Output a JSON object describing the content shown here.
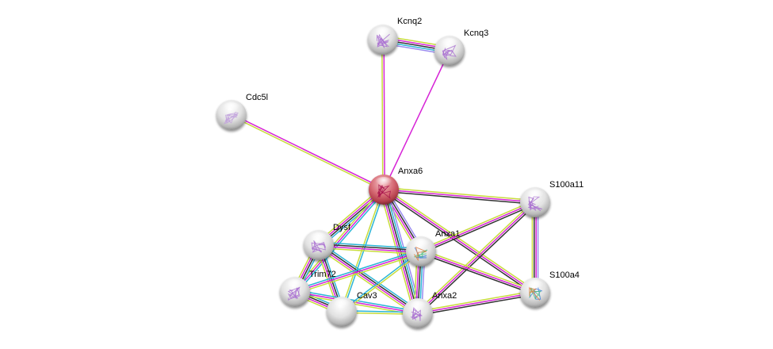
{
  "diagram": {
    "type": "protein-interaction-network",
    "nodes": [
      {
        "id": "Kcnq2",
        "label": "Kcnq2",
        "query": false,
        "structure": "purple"
      },
      {
        "id": "Kcnq3",
        "label": "Kcnq3",
        "query": false,
        "structure": "purple"
      },
      {
        "id": "Cdc5l",
        "label": "Cdc5l",
        "query": false,
        "structure": "purple-faint"
      },
      {
        "id": "Anxa6",
        "label": "Anxa6",
        "query": true,
        "structure": "red"
      },
      {
        "id": "S100a11",
        "label": "S100a11",
        "query": false,
        "structure": "purple"
      },
      {
        "id": "Dysf",
        "label": "Dysf",
        "query": false,
        "structure": "purple"
      },
      {
        "id": "Anxa1",
        "label": "Anxa1",
        "query": false,
        "structure": "rainbow"
      },
      {
        "id": "Trim72",
        "label": "Trim72",
        "query": false,
        "structure": "purple"
      },
      {
        "id": "Cav3",
        "label": "Cav3",
        "query": false,
        "structure": "none"
      },
      {
        "id": "Anxa2",
        "label": "Anxa2",
        "query": false,
        "structure": "purple"
      },
      {
        "id": "S100a4",
        "label": "S100a4",
        "query": false,
        "structure": "rainbow"
      }
    ],
    "evidence_colors": {
      "textmining": "#c8dc3c",
      "experiments": "#d623d6",
      "coexpression": "#333333",
      "databases": "#2bb5d5",
      "homology": "#9b8cf0"
    },
    "edges": [
      {
        "a": "Kcnq2",
        "b": "Kcnq3",
        "evidence": [
          "textmining",
          "experiments",
          "coexpression",
          "databases",
          "homology"
        ]
      },
      {
        "a": "Kcnq2",
        "b": "Anxa6",
        "evidence": [
          "experiments",
          "textmining"
        ]
      },
      {
        "a": "Kcnq3",
        "b": "Anxa6",
        "evidence": [
          "experiments"
        ]
      },
      {
        "a": "Cdc5l",
        "b": "Anxa6",
        "evidence": [
          "experiments",
          "textmining"
        ]
      },
      {
        "a": "Anxa6",
        "b": "S100a11",
        "evidence": [
          "textmining",
          "experiments",
          "coexpression"
        ]
      },
      {
        "a": "Anxa6",
        "b": "S100a4",
        "evidence": [
          "textmining",
          "experiments",
          "coexpression"
        ]
      },
      {
        "a": "Anxa6",
        "b": "Dysf",
        "evidence": [
          "databases",
          "coexpression",
          "experiments",
          "textmining"
        ]
      },
      {
        "a": "Anxa6",
        "b": "Trim72",
        "evidence": [
          "databases",
          "experiments",
          "textmining"
        ]
      },
      {
        "a": "Anxa6",
        "b": "Cav3",
        "evidence": [
          "databases",
          "textmining"
        ]
      },
      {
        "a": "Anxa6",
        "b": "Anxa1",
        "evidence": [
          "homology",
          "coexpression",
          "experiments",
          "textmining"
        ]
      },
      {
        "a": "Anxa6",
        "b": "Anxa2",
        "evidence": [
          "homology",
          "databases",
          "coexpression",
          "experiments",
          "textmining"
        ]
      },
      {
        "a": "S100a11",
        "b": "S100a4",
        "evidence": [
          "homology",
          "experiments",
          "coexpression",
          "textmining"
        ]
      },
      {
        "a": "S100a11",
        "b": "Anxa1",
        "evidence": [
          "coexpression",
          "experiments",
          "textmining"
        ]
      },
      {
        "a": "S100a11",
        "b": "Anxa2",
        "evidence": [
          "coexpression",
          "experiments",
          "textmining"
        ]
      },
      {
        "a": "S100a4",
        "b": "Anxa1",
        "evidence": [
          "coexpression",
          "experiments",
          "textmining"
        ]
      },
      {
        "a": "S100a4",
        "b": "Anxa2",
        "evidence": [
          "coexpression",
          "experiments",
          "textmining"
        ]
      },
      {
        "a": "Anxa1",
        "b": "Anxa2",
        "evidence": [
          "homology",
          "databases",
          "coexpression",
          "experiments",
          "textmining"
        ]
      },
      {
        "a": "Dysf",
        "b": "Anxa1",
        "evidence": [
          "databases",
          "coexpression",
          "experiments",
          "textmining"
        ]
      },
      {
        "a": "Dysf",
        "b": "Anxa2",
        "evidence": [
          "databases",
          "coexpression",
          "experiments",
          "textmining"
        ]
      },
      {
        "a": "Dysf",
        "b": "Trim72",
        "evidence": [
          "databases",
          "coexpression",
          "experiments",
          "textmining"
        ]
      },
      {
        "a": "Dysf",
        "b": "Cav3",
        "evidence": [
          "databases",
          "coexpression",
          "experiments",
          "textmining"
        ]
      },
      {
        "a": "Trim72",
        "b": "Anxa1",
        "evidence": [
          "databases",
          "experiments",
          "textmining"
        ]
      },
      {
        "a": "Trim72",
        "b": "Cav3",
        "evidence": [
          "databases",
          "coexpression",
          "experiments",
          "textmining"
        ]
      },
      {
        "a": "Trim72",
        "b": "Anxa2",
        "evidence": [
          "databases",
          "experiments",
          "textmining"
        ]
      },
      {
        "a": "Cav3",
        "b": "Anxa1",
        "evidence": [
          "databases",
          "textmining"
        ]
      },
      {
        "a": "Cav3",
        "b": "Anxa2",
        "evidence": [
          "databases",
          "textmining"
        ]
      }
    ]
  }
}
